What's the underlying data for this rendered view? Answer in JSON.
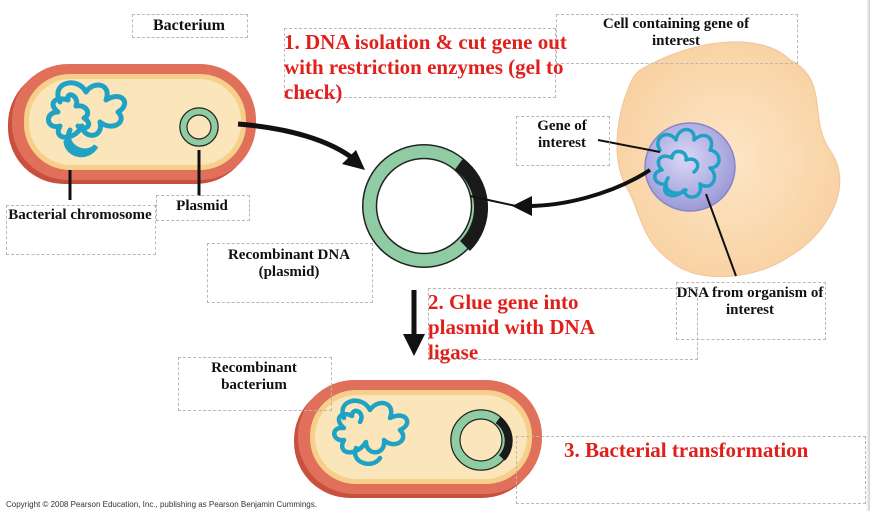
{
  "labels": {
    "bacterium": "Bacterium",
    "cell_gene": "Cell containing gene of interest",
    "gene_of_interest": "Gene of interest",
    "bacterial_chromosome": "Bacterial chromosome",
    "plasmid": "Plasmid",
    "recombinant_dna": "Recombinant DNA (plasmid)",
    "dna_from_organism": "DNA from organism of interest",
    "recombinant_bacterium": "Recombinant bacterium"
  },
  "steps": {
    "step1": "1. DNA isolation & cut gene out with restriction enzymes (gel to check)",
    "step2": "2. Glue gene into plasmid with DNA ligase",
    "step3": "3. Bacterial transformation"
  },
  "copyright": "Copyright © 2008 Pearson Education, Inc., publishing as Pearson Benjamin Cummings.",
  "colors": {
    "step_text": "#e0201b",
    "bacterium_outer": "#d9634f",
    "bacterium_inner": "#fbe3b4",
    "dna_strand": "#1fa2c4",
    "plasmid_ring": "#8fcca3",
    "gene_insert": "#1a1a1a",
    "cell_body": "#fbd9b4",
    "nucleus": "#b8b6e6"
  }
}
